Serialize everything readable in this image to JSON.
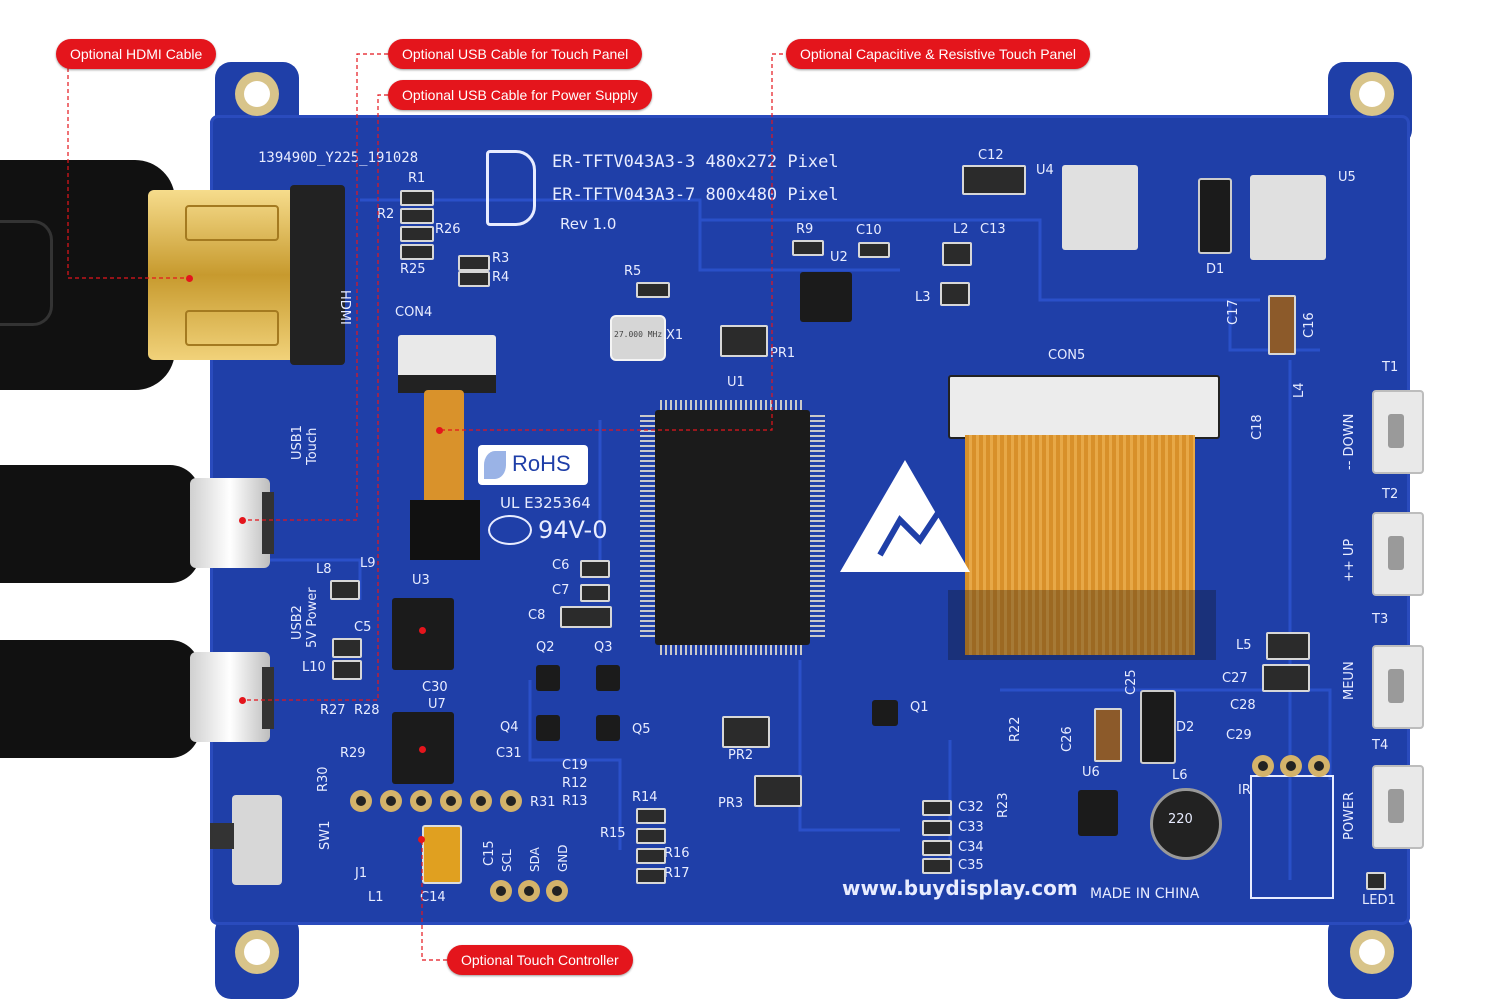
{
  "callouts": {
    "hdmi": "Optional HDMI Cable",
    "usb_touch": "Optional USB Cable for Touch Panel",
    "usb_power": "Optional USB Cable for Power Supply",
    "touch_panel": "Optional Capacitive & Resistive Touch Panel",
    "touch_controller": "Optional Touch Controller"
  },
  "board": {
    "batch": "139490D_Y225_191028",
    "model_line1": "ER-TFTV043A3-3   480x272 Pixel",
    "model_line2": "ER-TFTV043A3-7   800x480 Pixel",
    "revision": "Rev 1.0",
    "rohs": "RoHS",
    "ul": "UL E325364",
    "flammability": "94V-0",
    "website": "www.buydisplay.com",
    "made_in": "MADE IN CHINA",
    "crystal": "27.000 MHz",
    "inductor": "220"
  },
  "designators": {
    "hdmi": "HDMI",
    "con4": "CON4",
    "con5": "CON5",
    "usb1": "USB1",
    "usb1_sub": "Touch",
    "usb2": "USB2",
    "usb2_sub": "5V Power",
    "sw1": "SW1",
    "j1": "J1",
    "u1": "U1",
    "u2": "U2",
    "u3": "U3",
    "u4": "U4",
    "u5": "U5",
    "u6": "U6",
    "u7": "U7",
    "x1": "X1",
    "d1": "D1",
    "d2": "D2",
    "q1": "Q1",
    "q2": "Q2",
    "q3": "Q3",
    "q4": "Q4",
    "q5": "Q5",
    "pr1": "PR1",
    "pr2": "PR2",
    "pr3": "PR3",
    "l6": "L6",
    "ir": "IR",
    "led1": "LED1",
    "t1": "T1",
    "t2": "T2",
    "t3": "T3",
    "t4": "T4",
    "down": "-- DOWN",
    "up": "++ UP",
    "menu": "MEUN",
    "power": "POWER",
    "scl": "SCL",
    "sda": "SDA",
    "gnd": "GND",
    "c12": "C12",
    "c13": "C13",
    "c14": "C14",
    "c15": "C15",
    "c30": "C30",
    "c31": "C31",
    "r1": "R1",
    "r2": "R2",
    "r26": "R26",
    "r25": "R25",
    "r3": "R3",
    "r4": "R4",
    "r5": "R5",
    "r9": "R9",
    "c10": "C10",
    "l2": "L2",
    "l3": "L3",
    "c17": "C17",
    "c16": "C16",
    "l4": "L4",
    "c18": "C18",
    "c25": "C25",
    "c26": "C26",
    "r22": "R22",
    "r23": "R23",
    "l5": "L5",
    "c27": "C27",
    "c28": "C28",
    "c29": "C29",
    "r27": "R27",
    "r28": "R28",
    "r29": "R29",
    "r30": "R30",
    "l8": "L8",
    "l9": "L9",
    "l10": "L10",
    "c5": "C5",
    "c6": "C6",
    "c7": "C7",
    "c8": "C8",
    "c19": "C19",
    "r12": "R12",
    "r13": "R13",
    "r31": "R31",
    "r14": "R14",
    "r15": "R15",
    "r16": "R16",
    "r17": "R17",
    "l1": "L1",
    "c32": "C32",
    "c33": "C33",
    "c34": "C34",
    "c35": "C35"
  }
}
